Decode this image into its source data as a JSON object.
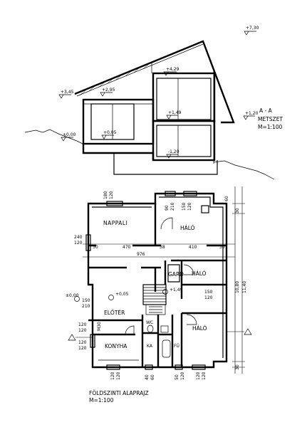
{
  "section": {
    "title": "A - A",
    "name": "METSZET",
    "scale": "M=1:100",
    "elevations": [
      "+7,30",
      "+4,29",
      "+3,45",
      "+2,95",
      "+1,49",
      "+1,20",
      "+0,05",
      "±0,00",
      "-1,20"
    ]
  },
  "plan": {
    "title": "FÖLDSZINTI   ALAPRAJZ",
    "scale": "M=1:100",
    "rooms": {
      "nappali": "NAPPALI",
      "halo1": "HÁLÓ",
      "halo2": "HÁLÓ",
      "halo3": "HÁLÓ",
      "gard": "GARD",
      "eloter": "ELŐTÉR",
      "konyha": "KONYHA",
      "wc": "WC",
      "ka": "KA",
      "fu": "FÜ"
    },
    "elevations": {
      "entry": "±0,00",
      "eloter": "+0,05",
      "stair": "+1,49"
    },
    "dims": {
      "w180": "180",
      "w120a": "120",
      "w90": "90",
      "w210": "210",
      "w150a": "150",
      "w120b": "120",
      "w60": "60",
      "w240": "240",
      "w120c": "120",
      "d30a": "30",
      "d470": "470",
      "d38": "38",
      "d410": "410",
      "d30b": "30",
      "d976": "976",
      "w150b": "150",
      "w210b": "210",
      "w150c": "150",
      "w120d": "120",
      "w120e": "120",
      "w120f": "120",
      "w120g": "120",
      "w120h": "120",
      "d30c": "30",
      "total1": "10,80",
      "total2": "11,40",
      "d30d": "30",
      "b120a": "120",
      "b120b": "120",
      "b40": "40",
      "b60": "60",
      "b50": "50",
      "b120c": "120",
      "b120d": "120",
      "b120e": "120",
      "m30": "M30"
    }
  }
}
